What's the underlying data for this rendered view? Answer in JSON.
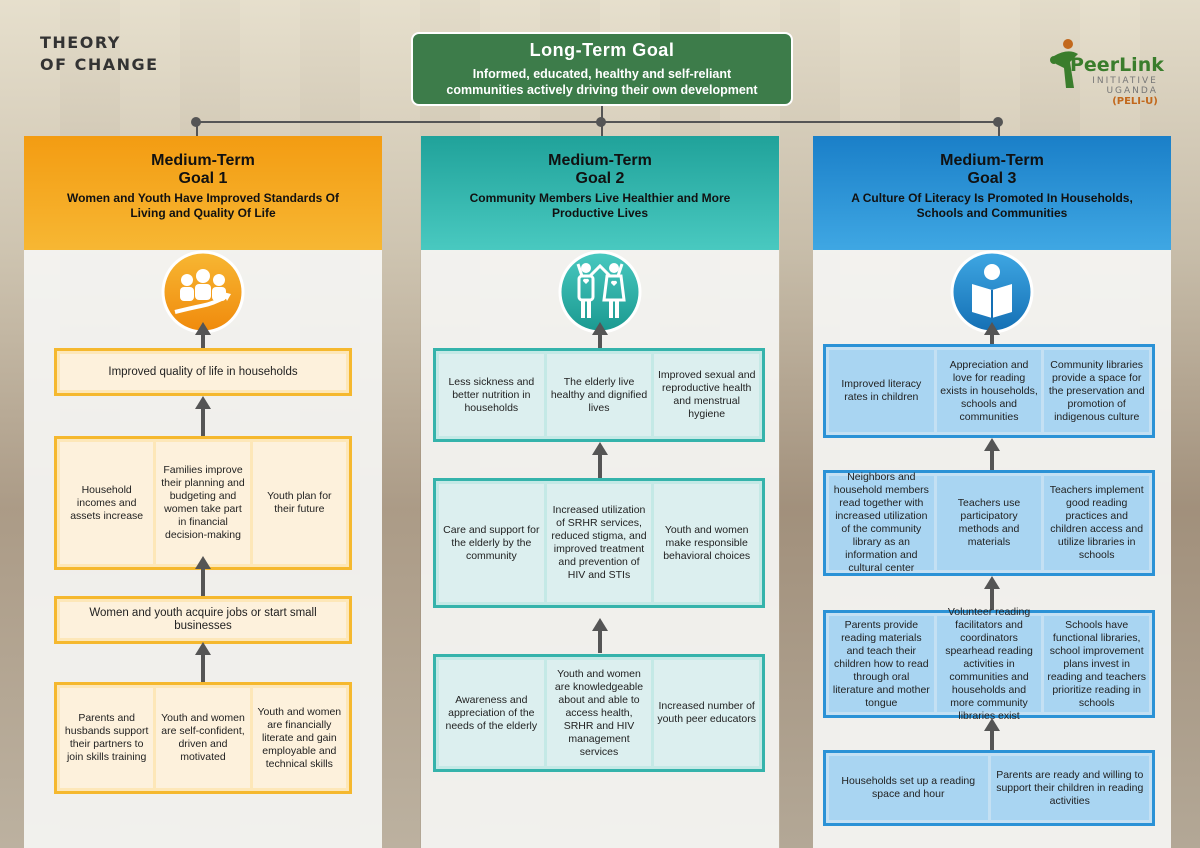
{
  "header": {
    "title_line1": "THEORY",
    "title_line2": "OF CHANGE"
  },
  "logo": {
    "name": "PeerLink",
    "line2": "INITIATIVE",
    "line3": "UGANDA",
    "abbr": "(PELI-U)"
  },
  "long_term_goal": {
    "title": "Long-Term Goal",
    "line1": "Informed, educated, healthy and self-reliant",
    "line2": "communities actively driving their own development"
  },
  "colors": {
    "goal1": "#f5a623",
    "goal2": "#2fb2a9",
    "goal3": "#238bd0",
    "long_term": "#3d7c4a"
  },
  "goals": [
    {
      "title_line1": "Medium-Term",
      "title_line2": "Goal 1",
      "desc": "Women and Youth Have Improved Standards Of Living and Quality Of Life",
      "icon": "people-growth-icon",
      "rows": [
        [
          "Improved quality of life in households"
        ],
        [
          "Household incomes and assets increase",
          "Families improve their planning and budgeting and women take part in financial decision-making",
          "Youth plan for their future"
        ],
        [
          "Women and youth acquire jobs or start small businesses"
        ],
        [
          "Parents and husbands support their partners to join skills training",
          "Youth and women are self-confident, driven and motivated",
          "Youth and women are financially literate and gain employable and technical skills"
        ]
      ]
    },
    {
      "title_line1": "Medium-Term",
      "title_line2": "Goal 2",
      "desc": "Community Members Live Healthier and More Productive Lives",
      "icon": "healthy-people-icon",
      "rows": [
        [
          "Less sickness and better nutrition in households",
          "The elderly live healthy and dignified lives",
          "Improved sexual and reproductive health and menstrual hygiene"
        ],
        [
          "Care and support for the elderly by the community",
          "Increased utilization of SRHR services, reduced stigma, and improved treatment and prevention of HIV and STIs",
          "Youth and women make responsible behavioral choices"
        ],
        [
          "Awareness and appreciation of the needs of the elderly",
          "Youth and women are knowledgeable about and able to access health, SRHR and HIV management services",
          "Increased number of youth peer educators"
        ]
      ]
    },
    {
      "title_line1": "Medium-Term",
      "title_line2": "Goal 3",
      "desc": "A Culture Of Literacy Is Promoted In Households, Schools and Communities",
      "icon": "reading-person-icon",
      "rows": [
        [
          "Improved literacy rates in children",
          "Appreciation and love for reading exists in households, schools and communities",
          "Community libraries provide a space for the preservation and promotion of indigenous culture"
        ],
        [
          "Neighbors and household members read together with increased utilization of the community library as an information and cultural center",
          "Teachers use participatory methods and materials",
          "Teachers implement good reading practices and children access and utilize libraries in schools"
        ],
        [
          "Parents provide reading materials and teach their children how to read through oral literature and mother tongue",
          "Volunteer reading facilitators and coordinators spearhead reading activities in communities and households and more community libraries exist",
          "Schools have functional libraries, school improvement plans invest in reading and teachers prioritize reading in schools"
        ],
        [
          "Households set up a reading space and hour",
          "Parents are ready and willing to support their children in reading activities"
        ]
      ]
    }
  ]
}
